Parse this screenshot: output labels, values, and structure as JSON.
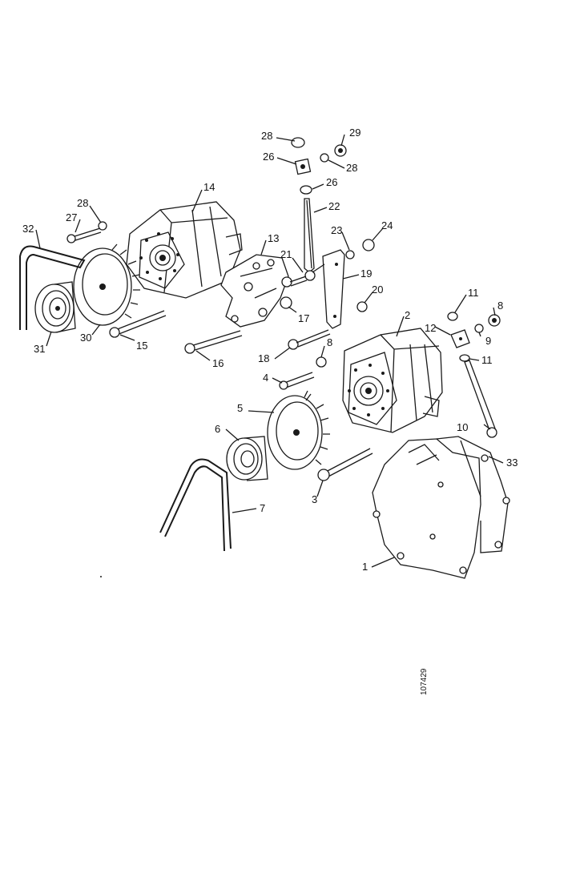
{
  "callouts": [
    {
      "n": "28"
    },
    {
      "n": "29"
    },
    {
      "n": "26"
    },
    {
      "n": "28"
    },
    {
      "n": "26"
    },
    {
      "n": "14"
    },
    {
      "n": "22"
    },
    {
      "n": "28"
    },
    {
      "n": "27"
    },
    {
      "n": "32"
    },
    {
      "n": "13"
    },
    {
      "n": "23"
    },
    {
      "n": "24"
    },
    {
      "n": "21"
    },
    {
      "n": "19"
    },
    {
      "n": "20"
    },
    {
      "n": "17"
    },
    {
      "n": "11"
    },
    {
      "n": "8"
    },
    {
      "n": "2"
    },
    {
      "n": "12"
    },
    {
      "n": "9"
    },
    {
      "n": "31"
    },
    {
      "n": "30"
    },
    {
      "n": "15"
    },
    {
      "n": "16"
    },
    {
      "n": "18"
    },
    {
      "n": "8"
    },
    {
      "n": "11"
    },
    {
      "n": "4"
    },
    {
      "n": "5"
    },
    {
      "n": "10"
    },
    {
      "n": "6"
    },
    {
      "n": "33"
    },
    {
      "n": "7"
    },
    {
      "n": "3"
    },
    {
      "n": "1"
    }
  ],
  "drawing_number": "107429"
}
